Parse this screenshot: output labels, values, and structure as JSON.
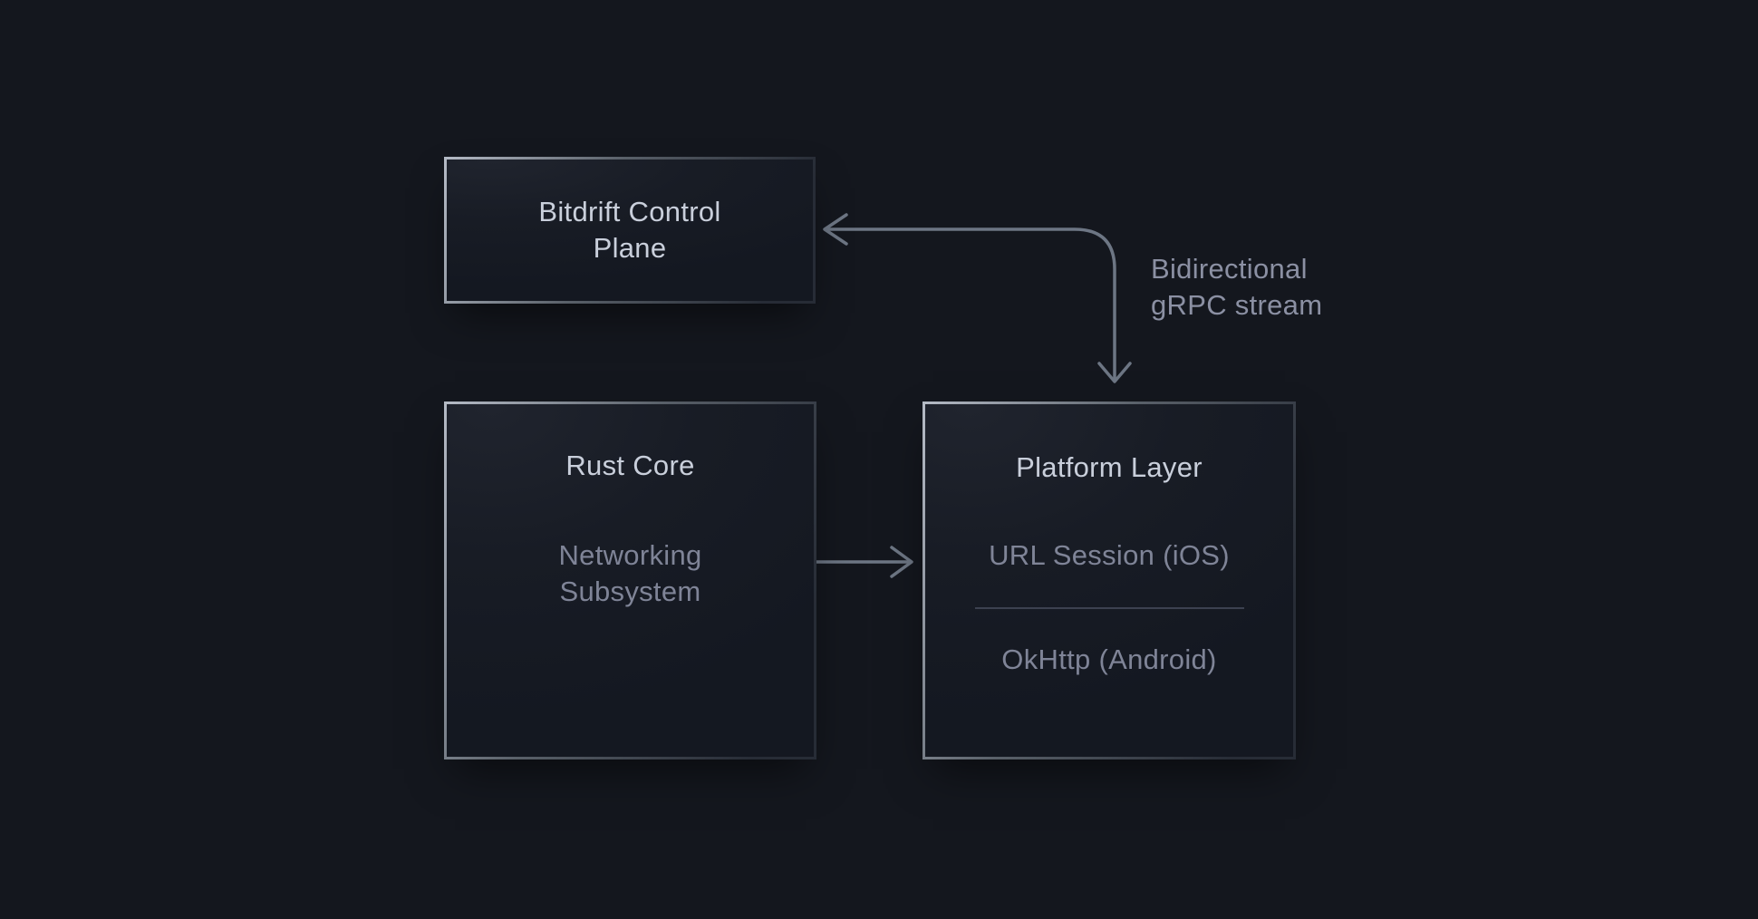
{
  "nodes": {
    "control_plane": {
      "line1": "Bitdrift Control",
      "line2": "Plane"
    },
    "rust_core": {
      "title": "Rust Core",
      "sub_line1": "Networking",
      "sub_line2": "Subsystem"
    },
    "platform_layer": {
      "title": "Platform Layer",
      "ios_item": "URL Session (iOS)",
      "android_item": "OkHttp (Android)"
    }
  },
  "edges": {
    "grpc_stream": {
      "label_line1": "Bidirectional",
      "label_line2": "gRPC stream"
    }
  },
  "colors": {
    "background": "#14171e",
    "box_fill_light": "#20242e",
    "box_fill": "#181c25",
    "box_fill_dark": "#141821",
    "border_bright": "#b4bac5",
    "border_mid": "#596069",
    "border_dim": "#272c36",
    "text_bright": "#c9cfdb",
    "text_dim": "#7f8497",
    "label": "#8b90a3",
    "arrow": "#6d7684",
    "divider": "#3c4150"
  }
}
